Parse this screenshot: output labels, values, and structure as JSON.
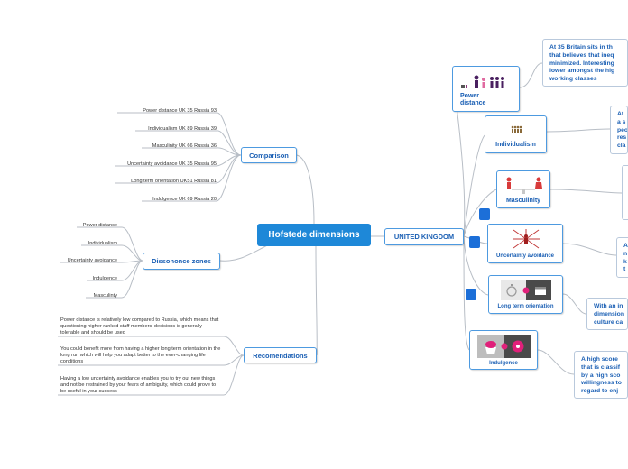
{
  "root": {
    "label": "Hofstede dimensions"
  },
  "comparison": {
    "label": "Comparison",
    "items": [
      "Power distance UK 35 Russia 93",
      "Individualism UK 89  Russia 39",
      "Masculinity UK 66  Russia 36",
      "Uncertainty avoidance UK 35 Russia 95",
      "Long term orientation UK51  Russia 81",
      "Indulgence UK 69 Russia 20"
    ]
  },
  "dissonance": {
    "label": "Dissononce zones",
    "items": [
      "Power distance",
      "Individualism",
      "Uncertainty avoidance",
      "Indulgence",
      "Masculinty"
    ]
  },
  "recommendations": {
    "label": "Recomendations",
    "items": [
      "Power distance is relatively low compared to Russia, which means that questioning higher ranked staff members' decisions is generally tolerable and should be used",
      "You could benefit more from having a higher long term orientation in the long run which will help you adapt better to the ever-changing life conditions",
      "Having a low uncertainty avoidance enables you to try out new things and not be restrained by your fears of ambiguity, which could prove to be useful in your success"
    ]
  },
  "uk": {
    "label": "UNITED KINGDOM",
    "dimensions": [
      {
        "label": "Power distance",
        "note": [
          "At 35 Britain sits in th",
          "that believes that ineq",
          "minimized. Interesting",
          "lower amongst the hig",
          "working classes"
        ]
      },
      {
        "label": "Individualism",
        "note": [
          "At",
          "a s",
          "peo",
          "res",
          "cla"
        ]
      },
      {
        "label": "Masculinity",
        "note": []
      },
      {
        "label": "Uncertainty avoidance",
        "note": [
          "A",
          "n",
          "k",
          "t"
        ]
      },
      {
        "label": "Long term orientation",
        "note": [
          "With an in",
          "dimension",
          "culture ca"
        ]
      },
      {
        "label": "Indulgence",
        "note": [
          "A high score",
          "that is classif",
          "by a high sco",
          "willingness to",
          "regard to enj"
        ]
      }
    ]
  },
  "icons": {
    "power": "people-group-icon",
    "individualism": "crowd-icon",
    "masculinity": "gender-balance-icon",
    "uncertainty": "network-person-icon",
    "long_term": "timer-calendar-icon",
    "indulgence": "cupcake-donut-icon"
  },
  "colors": {
    "root": "#1e88d8",
    "accent": "#1c6fd8",
    "node_border": "#4d9ae0",
    "node_text": "#1a5fb4",
    "link": "#b8bec6"
  }
}
